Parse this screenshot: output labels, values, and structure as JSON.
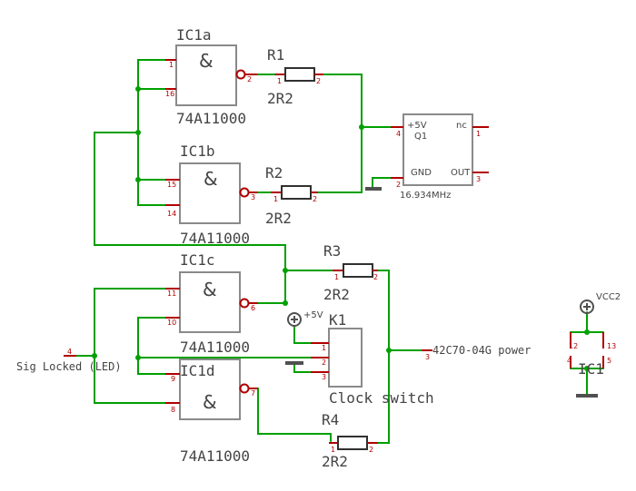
{
  "gates": [
    {
      "name": "IC1a",
      "part": "74A11000",
      "symbol": "&",
      "in_pins": [
        "1",
        "16"
      ],
      "out_pin": "2"
    },
    {
      "name": "IC1b",
      "part": "74A11000",
      "symbol": "&",
      "in_pins": [
        "15",
        "14"
      ],
      "out_pin": "3"
    },
    {
      "name": "IC1c",
      "part": "74A11000",
      "symbol": "&",
      "in_pins": [
        "11",
        "10"
      ],
      "out_pin": "6"
    },
    {
      "name": "IC1d",
      "part": "74A11000",
      "symbol": "&",
      "in_pins": [
        "9",
        "8"
      ],
      "out_pin": "7"
    }
  ],
  "resistors": [
    {
      "name": "R1",
      "value": "2R2",
      "pins": [
        "1",
        "2"
      ]
    },
    {
      "name": "R2",
      "value": "2R2",
      "pins": [
        "1",
        "2"
      ]
    },
    {
      "name": "R3",
      "value": "2R2",
      "pins": [
        "1",
        "2"
      ]
    },
    {
      "name": "R4",
      "value": "2R2",
      "pins": [
        "1",
        "2"
      ]
    }
  ],
  "oscillator": {
    "name": "Q1",
    "freq": "16.934MHz",
    "pins": {
      "vcc": "+5V",
      "nc": "nc",
      "gnd": "GND",
      "out": "OUT"
    },
    "pin_numbers": {
      "vcc": "4",
      "nc": "1",
      "gnd": "2",
      "out": "3"
    }
  },
  "switch": {
    "name": "K1",
    "label": "Clock switch",
    "supply": "+5V",
    "pins": [
      "1",
      "2",
      "3"
    ]
  },
  "power_ic": {
    "name": "IC1",
    "supply": "VCC2",
    "pins": [
      "12",
      "13",
      "4",
      "5"
    ]
  },
  "signals": {
    "sig_locked": "Sig Locked (LED)",
    "sig_locked_pin": "4",
    "power": "42C70-04G power",
    "power_pin": "3"
  }
}
